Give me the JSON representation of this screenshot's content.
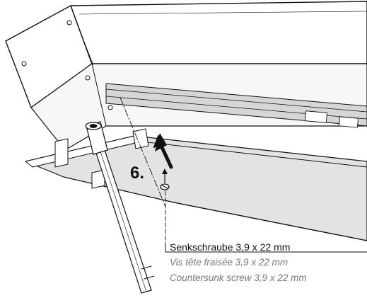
{
  "step_label": "6.",
  "caption": {
    "de": "Senkschraube 3,9 x 22 mm",
    "fr": "Vis tête fraisée 3,9 x 22 mm",
    "en": "Countersunk screw 3,9 x 22 mm"
  },
  "colors": {
    "line": "#111111",
    "caption_primary": "#111111",
    "caption_secondary": "#777777"
  },
  "icons": {
    "arrow": "arrow-up-icon",
    "screw": "screw-icon",
    "tool": "screwdriver-icon"
  }
}
